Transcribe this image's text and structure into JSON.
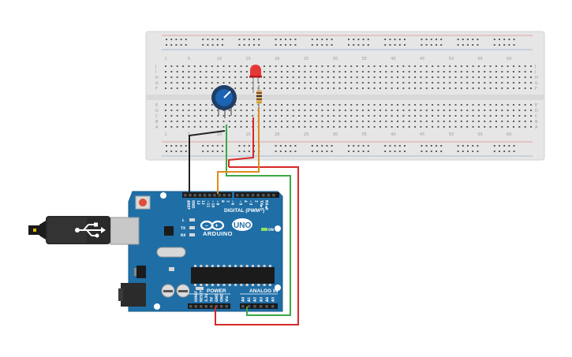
{
  "breadboard": {
    "column_numbers": [
      "1",
      "5",
      "10",
      "15",
      "20",
      "25",
      "30",
      "35",
      "40",
      "45",
      "50",
      "55",
      "60"
    ],
    "row_letters_top": [
      "J",
      "I",
      "H",
      "G",
      "F"
    ],
    "row_letters_bottom": [
      "E",
      "D",
      "C",
      "B",
      "A"
    ]
  },
  "arduino": {
    "brand": "ARDUINO",
    "model": "UNO",
    "digital_label": "DIGITAL (PWM~)",
    "analog_label": "ANALOG IN",
    "power_label": "POWER",
    "on_label": "ON",
    "led_labels": [
      "L",
      "TX",
      "RX"
    ],
    "digital_pins": [
      "AREF",
      "GND",
      "13",
      "12",
      "~11",
      "~10",
      "~9",
      "8",
      "7",
      "~6",
      "~5",
      "4",
      "~3",
      "2",
      "TX▶1",
      "RX◀0"
    ],
    "power_pins": [
      "IOREF",
      "RESET",
      "3.3V",
      "5V",
      "GND",
      "GND",
      "Vin"
    ],
    "analog_pins": [
      "A0",
      "A1",
      "A2",
      "A3",
      "A4",
      "A5"
    ]
  },
  "colors": {
    "board": "#1f6ea6",
    "breadboard": "#e6e6e6",
    "wire_black": "#222222",
    "wire_red": "#d62828",
    "wire_green": "#3aa845",
    "wire_orange": "#e08a1e",
    "led": "#e53935"
  },
  "components": [
    "potentiometer",
    "led",
    "resistor",
    "usb-cable",
    "arduino-uno",
    "breadboard"
  ]
}
